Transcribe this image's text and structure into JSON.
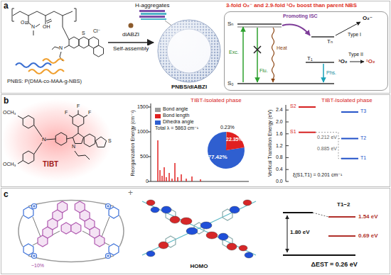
{
  "diagram": {
    "nodes": [
      {
        "text": [
          "a"
        ]
      },
      {
        "text": [
          "b"
        ]
      },
      {
        "text": [
          "c"
        ]
      },
      {
        "text": [
          "PNBS: P(DMA-co-MAA-g-NBS)"
        ],
        "in": 0
      },
      {
        "text": [
          "PNBS/diABZI"
        ],
        "in": 0
      },
      {
        "text": [
          "3-fold O₂⁻ and 2.9-fold ¹O₂ boost than parent NBS"
        ],
        "in": 0
      }
    ],
    "edges": [
      {
        "from": 3,
        "to": 4,
        "arrow": "to",
        "label": "Self-assembly"
      }
    ],
    "labels": [
      "diABZI",
      "H-aggregates",
      "O",
      "N",
      "OH",
      "N",
      "S",
      "Cl⁻",
      "Sₙ",
      "S₀",
      "Tₙ",
      "T₁",
      "Exc.",
      "Flu.",
      "Heat",
      "Promoting ISC",
      "Phs.",
      "Type I",
      "O₂⁻",
      "Type II",
      "³O₂",
      "¹O₂",
      "OCH₃",
      "OCH₃",
      "N",
      "F",
      "F",
      "F",
      "N",
      "S",
      "TIBT",
      "Reorganization Energy (cm⁻¹)",
      "1500",
      "1000",
      "500",
      "0",
      "TIBT-Isolated phase",
      "Total λ = 5863 cm⁻¹",
      "77.42%",
      "22.35%",
      "0.23%",
      "Vertical Transition Energy (eV)",
      "2.4",
      "2.0",
      "1.6",
      "1.2",
      "0.8",
      "0.4",
      "0.0",
      "S2",
      "S1",
      "T3",
      "T2",
      "T1",
      "0.212 eV",
      "0.885 eV",
      "ξ(S1,T1) = 0.201 cm⁻¹",
      "TIBT-Isolated phase",
      "~10%",
      "+",
      "HOMO",
      "T1−2",
      "1.54 eV",
      "0.69 eV",
      "1.80 eV",
      "ΔEST = 0.26 eV"
    ],
    "legend": [
      {
        "text": "Bond angle",
        "color": "#9b9b9b"
      },
      {
        "text": "Bond length",
        "color": "#e02020"
      },
      {
        "text": "Dihedra angle",
        "color": "#2f5fd0"
      }
    ]
  }
}
